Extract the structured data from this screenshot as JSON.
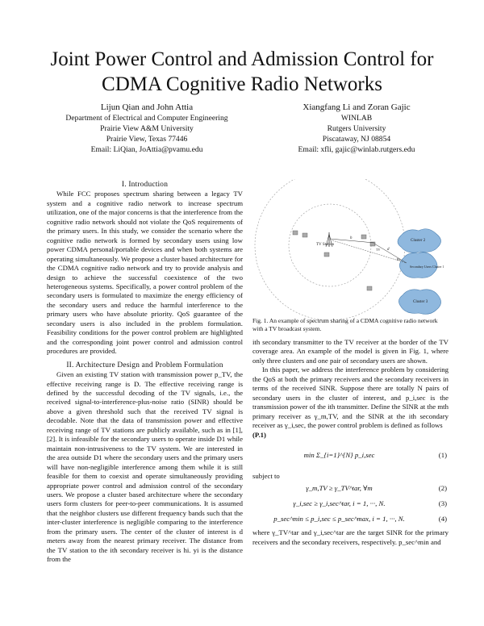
{
  "title_line1": "Joint Power Control and Admission Control for",
  "title_line2": "CDMA Cognitive Radio Networks",
  "authors_left": {
    "names": "Lijun Qian and John Attia",
    "dept": "Department of Electrical and Computer Engineering",
    "univ": "Prairie View A&M University",
    "city": "Prairie View, Texas 77446",
    "email": "Email: LiQian, JoAttia@pvamu.edu"
  },
  "authors_right": {
    "names": "Xiangfang Li and Zoran Gajic",
    "dept": "WINLAB",
    "univ": "Rutgers University",
    "city": "Piscataway, NJ 08854",
    "email": "Email: xfli, gajic@winlab.rutgers.edu"
  },
  "section1": "I. Introduction",
  "intro": "While FCC proposes spectrum sharing between a legacy TV system and a cognitive radio network to increase spectrum utilization, one of the major concerns is that the interference from the cognitive radio network should not violate the QoS requirements of the primary users. In this study, we consider the scenario where the cognitive radio network is formed by secondary users using low power CDMA personal/portable devices and when both systems are operating simultaneously. We propose a cluster based architecture for the CDMA cognitive radio network and try to provide analysis and design to achieve the successful coexistence of the two heterogeneous systems. Specifically, a power control problem of the secondary users is formulated to maximize the energy efficiency of the secondary users and reduce the harmful interference to the primary users who have absolute priority. QoS guarantee of the secondary users is also included in the problem formulation. Feasibility conditions for the power control problem are highlighted and the corresponding joint power control and admission control procedures are provided.",
  "section2": "II. Architecture Design and Problem Formulation",
  "arch": "Given an existing TV station with transmission power p_TV, the effective receiving range is D. The effective receiving range is defined by the successful decoding of the TV signals, i.e., the received signal-to-interference-plus-noise ratio (SINR) should be above a given threshold such that the received TV signal is decodable. Note that the data of transmission power and effective receiving range of TV stations are publicly available, such as in [1], [2]. It is infeasible for the secondary users to operate inside D1 while maintain non-intrusiveness to the TV system. We are interested in the area outside D1 where the secondary users and the primary users will have non-negligible interference among them while it is still feasible for them to coexist and operate simultaneously providing appropriate power control and admission control of the secondary users. We propose a cluster based architecture where the secondary users form clusters for peer-to-peer communications. It is assumed that the neighbor clusters use different frequency bands such that the inter-cluster interference is negligible comparing to the interference from the primary users. The center of the cluster of interest is d meters away from the nearest primary receiver. The distance from the TV station to the ith secondary receiver is hi. yi is the distance from the",
  "fig_labels": {
    "tv_station": "TV Station",
    "cluster2": "Cluster 2",
    "cluster3": "Cluster 3",
    "cluster1": "Secondary Users Cluster 1",
    "tv_rx": "TV",
    "sec_rx": "Rx",
    "d_label": "d",
    "h_label": "h"
  },
  "caption": "Fig. 1. An example of spectrum sharing of a CDMA cognitive radio network with a TV broadcast system.",
  "right_p1": "ith secondary transmitter to the TV receiver at the border of the TV coverage area. An example of the model is given in Fig. 1, where only three clusters and one pair of secondary users are shown.",
  "right_p2": "In this paper, we address the interference problem by considering the QoS at both the primary receivers and the secondary receivers in terms of the received SINR. Suppose there are totally N pairs of secondary users in the cluster of interest, and p_i,sec is the transmission power of the ith transmitter. Define the SINR at the mth primary receiver as γ_m,TV, and the SINR at the ith secondary receiver as γ_i,sec, the power control problem is defined as follows",
  "problem_label": "(P.1)",
  "eq1": "min Σ_{i=1}^{N} p_i,sec",
  "eq1_num": "(1)",
  "subject_to": "subject to",
  "eq2": "γ_m,TV ≥ γ_TV^tar,  ∀m",
  "eq2_num": "(2)",
  "eq3": "γ_i,sec ≥ γ_i,sec^tar,  i = 1, ···, N.",
  "eq3_num": "(3)",
  "eq4": "p_sec^min ≤ p_i,sec ≤ p_sec^max,  i = 1, ···, N.",
  "eq4_num": "(4)",
  "right_last": "where γ_TV^tar and γ_i,sec^tar are the target SINR for the primary receivers and the secondary receivers, respectively. p_sec^min and"
}
